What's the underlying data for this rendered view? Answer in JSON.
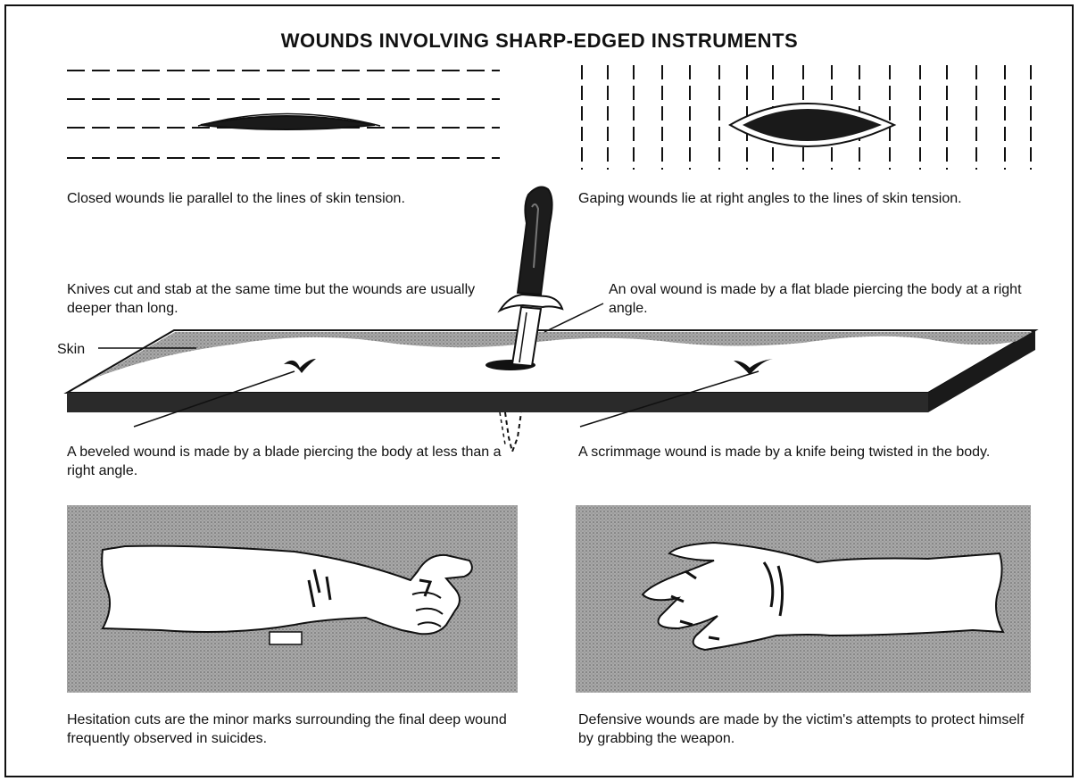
{
  "title": "WOUNDS INVOLVING SHARP-EDGED INSTRUMENTS",
  "captions": {
    "closed": "Closed wounds lie parallel to the lines of skin tension.",
    "gaping": "Gaping wounds lie at right angles to the lines of skin tension.",
    "knives": "Knives cut and stab at the same time but the wounds are usually deeper than long.",
    "oval": "An oval wound is made by a flat blade piercing the body at a right angle.",
    "skin": "Skin",
    "beveled": "A beveled wound is made by a blade piercing the body at less than a right angle.",
    "scrimmage": "A scrimmage wound is made by a knife being twisted in the body.",
    "hesitation": "Hesitation cuts are the minor marks surrounding the final deep wound frequently observed in suicides.",
    "defensive": "Defensive wounds are made by the victim's attempts to protect himself by grabbing the weapon."
  }
}
